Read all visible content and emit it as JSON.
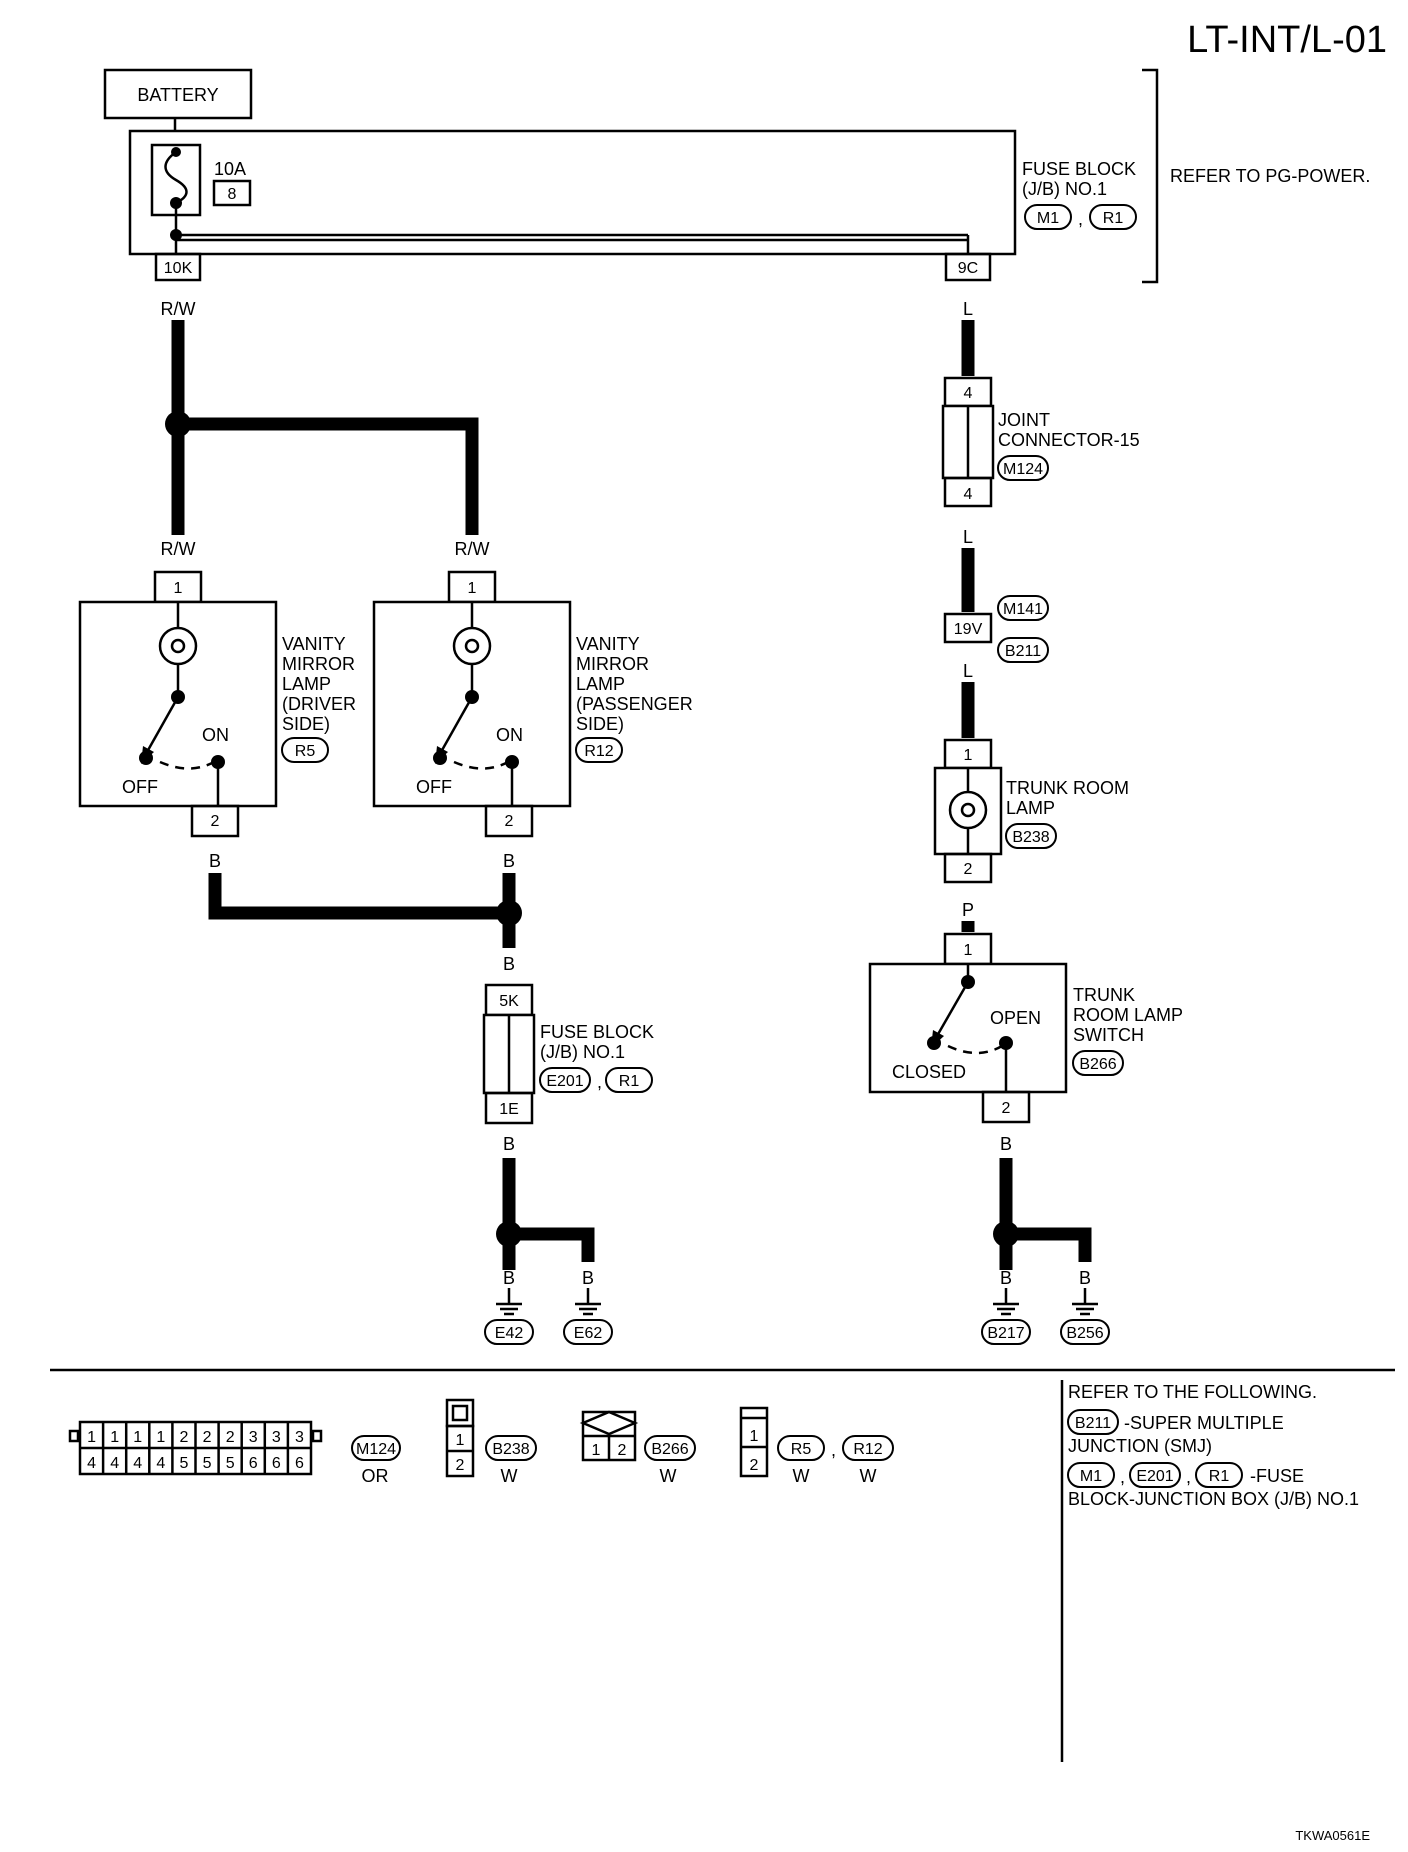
{
  "page_id": "LT-INT/L-01",
  "figure_code": "TKWA0561E",
  "battery": "BATTERY",
  "fuse": {
    "rating": "10A",
    "number": "8",
    "block_label": [
      "FUSE BLOCK",
      "(J/B) NO.1"
    ],
    "conn_a": "M1",
    "conn_b": "R1",
    "out_left": "10K",
    "out_right": "9C"
  },
  "refer_pg": "REFER TO PG-POWER.",
  "wires": {
    "rw": "R/W",
    "l": "L",
    "b": "B",
    "p": "P"
  },
  "pins": {
    "p1": "1",
    "p2": "2",
    "p4": "4"
  },
  "joint": {
    "label": [
      "JOINT",
      "CONNECTOR-15"
    ],
    "conn": "M124"
  },
  "smj": {
    "pin": "19V",
    "conn_top": "M141",
    "conn_bottom": "B211"
  },
  "driver_lamp": {
    "label": [
      "VANITY",
      "MIRROR",
      "LAMP",
      "(DRIVER",
      " SIDE)"
    ],
    "conn": "R5",
    "on": "ON",
    "off": "OFF"
  },
  "passenger_lamp": {
    "label": [
      "VANITY",
      "MIRROR",
      "LAMP",
      "(PASSENGER",
      " SIDE)"
    ],
    "conn": "R12",
    "on": "ON",
    "off": "OFF"
  },
  "trunk_lamp": {
    "label": [
      "TRUNK ROOM",
      "LAMP"
    ],
    "conn": "B238"
  },
  "trunk_switch": {
    "label": [
      "TRUNK",
      "ROOM LAMP",
      "SWITCH"
    ],
    "conn": "B266",
    "open": "OPEN",
    "closed": "CLOSED"
  },
  "fuse_block_2": {
    "label": [
      "FUSE BLOCK",
      "(J/B) NO.1"
    ],
    "conn_a": "E201",
    "conn_b": "R1",
    "pin_top": "5K",
    "pin_bottom": "1E"
  },
  "grounds": [
    "E42",
    "E62",
    "B217",
    "B256"
  ],
  "connector_views": {
    "m124": {
      "top_row": [
        "1",
        "1",
        "1",
        "1",
        "2",
        "2",
        "2",
        "3",
        "3",
        "3"
      ],
      "bottom_row": [
        "4",
        "4",
        "4",
        "4",
        "5",
        "5",
        "5",
        "6",
        "6",
        "6"
      ],
      "conn": "M124",
      "color": "OR"
    },
    "b238": {
      "pins": [
        "1",
        "2"
      ],
      "conn": "B238",
      "color": "W"
    },
    "b266": {
      "pins": [
        "1",
        "2"
      ],
      "conn": "B266",
      "color": "W"
    },
    "r5r12": {
      "pins": [
        "1",
        "2"
      ],
      "conn_a": "R5",
      "conn_b": "R12",
      "color_a": "W",
      "color_b": "W"
    }
  },
  "notes": {
    "title": "REFER TO THE FOLLOWING.",
    "smj_conn": "B211",
    "smj_text": [
      "-SUPER MULTIPLE",
      "JUNCTION (SMJ)"
    ],
    "jb_conns": [
      "M1",
      "E201",
      "R1"
    ],
    "jb_text": [
      "-FUSE",
      "BLOCK-JUNCTION BOX (J/B) NO.1"
    ],
    "comma": ","
  }
}
